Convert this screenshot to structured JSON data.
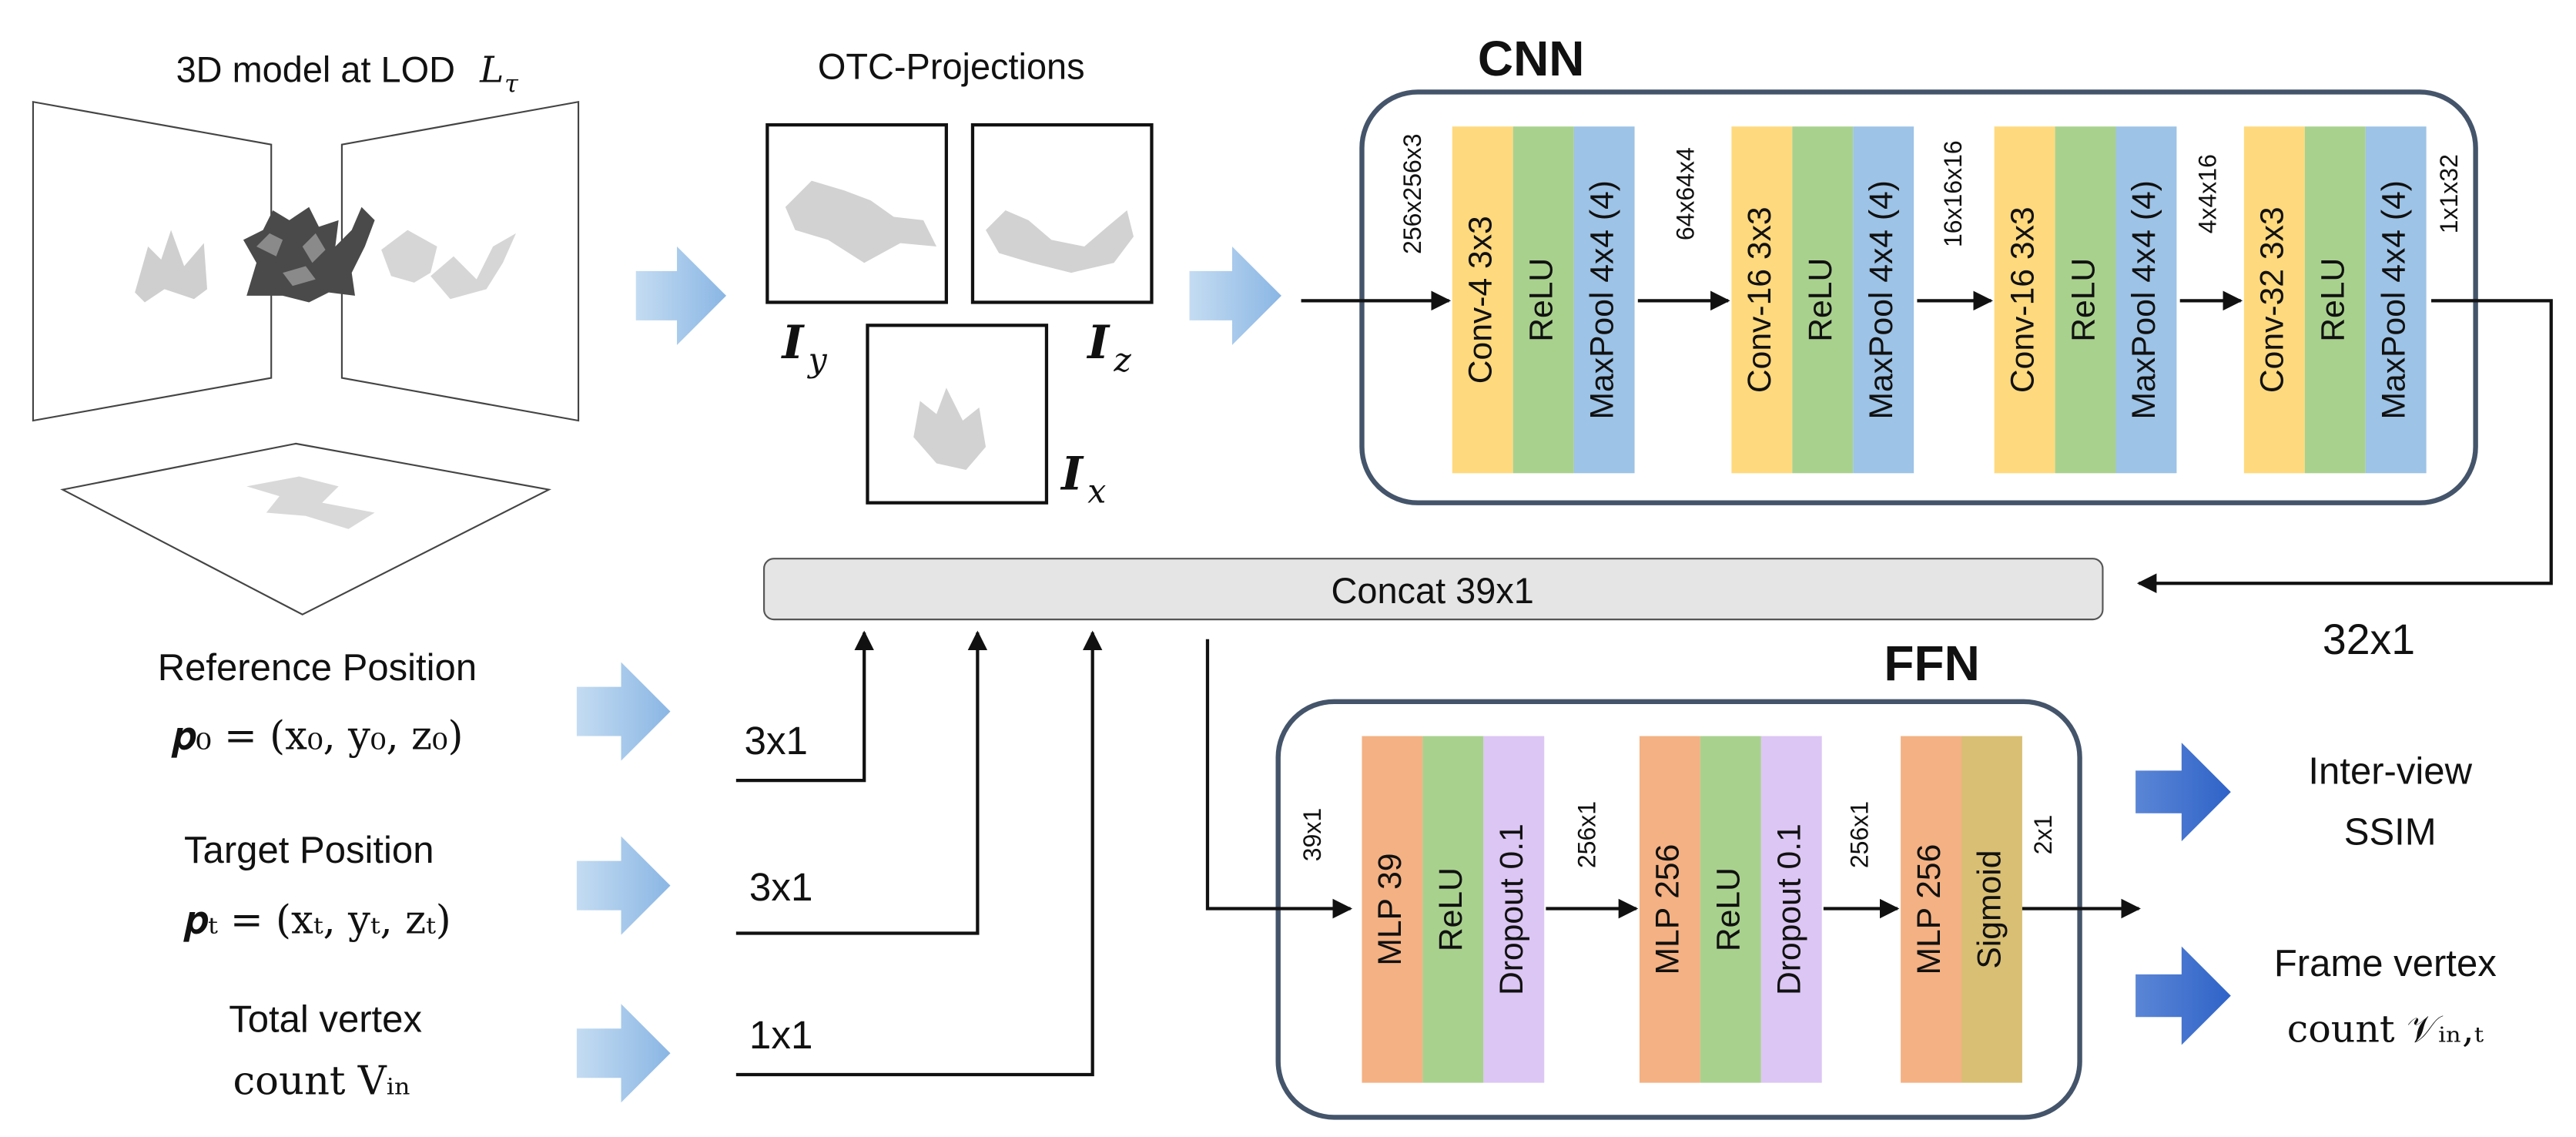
{
  "model": {
    "title": "3D model at LOD",
    "lod_symbol": "L",
    "lod_subscript": "τ"
  },
  "otc": {
    "title": "OTC-Projections",
    "labels": [
      {
        "main": "I",
        "sub": "y"
      },
      {
        "main": "I",
        "sub": "z"
      },
      {
        "main": "I",
        "sub": "x"
      }
    ]
  },
  "cnn": {
    "title": "CNN",
    "dims": [
      "256x256x3",
      "64x64x4",
      "16x16x16",
      "4x4x16",
      "1x1x32"
    ],
    "stages": [
      {
        "conv": "Conv-4 3x3",
        "act": "ReLU",
        "pool": "MaxPool 4x4 (4)"
      },
      {
        "conv": "Conv-16 3x3",
        "act": "ReLU",
        "pool": "MaxPool 4x4 (4)"
      },
      {
        "conv": "Conv-16 3x3",
        "act": "ReLU",
        "pool": "MaxPool 4x4 (4)"
      },
      {
        "conv": "Conv-32 3x3",
        "act": "ReLU",
        "pool": "MaxPool 4x4 (4)"
      }
    ]
  },
  "concat": {
    "label": "Concat 39x1",
    "cnn_out": "32x1"
  },
  "inputs": [
    {
      "title": "Reference Position",
      "formula": "𝒑₀ = (x₀, y₀, z₀)",
      "dim": "3x1"
    },
    {
      "title": "Target Position",
      "formula": "𝒑ₜ = (xₜ, yₜ, zₜ)",
      "dim": "3x1"
    },
    {
      "title": "Total vertex",
      "formula": "count Vᵢₙ",
      "dim": "1x1"
    }
  ],
  "ffn": {
    "title": "FFN",
    "dims": [
      "39x1",
      "256x1",
      "256x1",
      "2x1"
    ],
    "stages": [
      {
        "mlp": "MLP 39",
        "act": "ReLU",
        "last": "Dropout 0.1"
      },
      {
        "mlp": "MLP 256",
        "act": "ReLU",
        "last": "Dropout 0.1"
      },
      {
        "mlp": "MLP 256",
        "act": "Sigmoid"
      }
    ]
  },
  "outputs": [
    {
      "line1": "Inter-view",
      "line2": "SSIM"
    },
    {
      "line1": "Frame vertex",
      "line2": "count 𝒱ᵢₙ,ₜ"
    }
  ],
  "colors": {
    "conv": "#ffd97d",
    "relu": "#a9d18e",
    "pool": "#9dc3e6",
    "mlp": "#f4b183",
    "dropout": "#dcc6f4",
    "sigmoid": "#d9bf74",
    "block_border": "#44546a"
  }
}
